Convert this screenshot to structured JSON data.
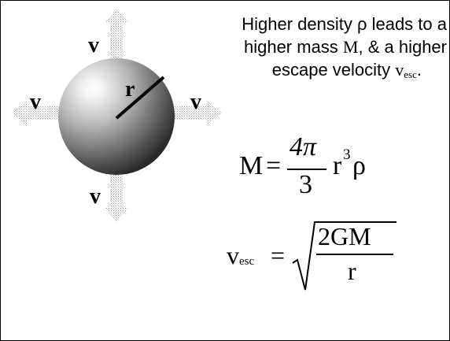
{
  "diagram": {
    "velocity_label": "v",
    "radius_label": "r"
  },
  "caption": {
    "line1": "Higher density ρ leads to a",
    "line2_a": "higher mass ",
    "line2_m": "M",
    "line2_b": ", & a higher",
    "line3_a": "escape velocity ",
    "line3_v": "v",
    "line3_sub": "esc",
    "line3_end": "."
  },
  "formula_mass": {
    "lhs": "M",
    "equals": "=",
    "numerator": "4π",
    "denominator": "3",
    "r": "r",
    "exp": "3",
    "rho": "ρ"
  },
  "formula_escape": {
    "v": "v",
    "sub": "esc",
    "equals": "=",
    "numerator": "2GM",
    "denominator": "r"
  }
}
